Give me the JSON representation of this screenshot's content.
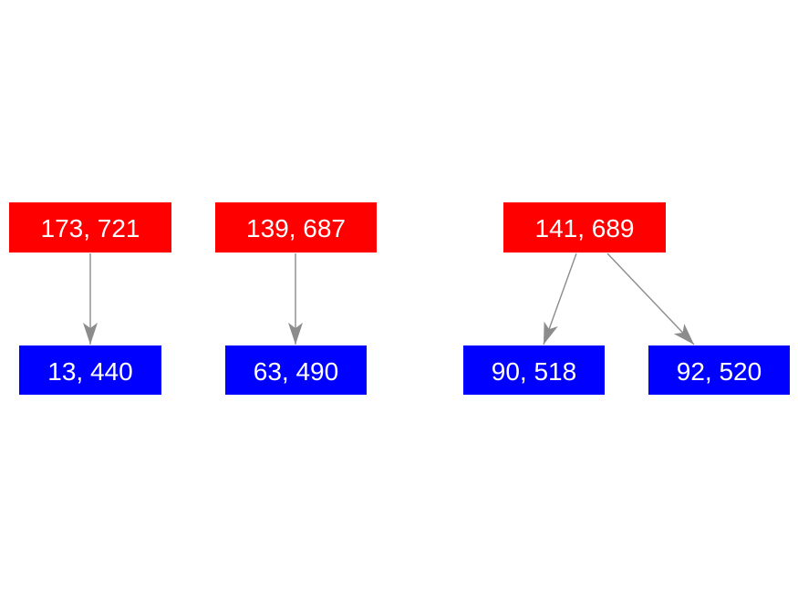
{
  "diagram": {
    "background_color": "#ffffff",
    "colors": {
      "parent": "#ff0000",
      "child": "#0000ff",
      "arrow": "#8c8c8c",
      "text": "#ffffff"
    },
    "nodes": [
      {
        "id": "p1",
        "label": "173, 721",
        "type": "parent"
      },
      {
        "id": "p2",
        "label": "139, 687",
        "type": "parent"
      },
      {
        "id": "p3",
        "label": "141, 689",
        "type": "parent"
      },
      {
        "id": "c1",
        "label": "13, 440",
        "type": "child"
      },
      {
        "id": "c2",
        "label": "63, 490",
        "type": "child"
      },
      {
        "id": "c3",
        "label": "90, 518",
        "type": "child"
      },
      {
        "id": "c4",
        "label": "92, 520",
        "type": "child"
      }
    ],
    "edges": [
      {
        "from": "173, 721",
        "to": "13, 440"
      },
      {
        "from": "139, 687",
        "to": "63, 490"
      },
      {
        "from": "141, 689",
        "to": "90, 518"
      },
      {
        "from": "141, 689",
        "to": "92, 520"
      }
    ]
  }
}
